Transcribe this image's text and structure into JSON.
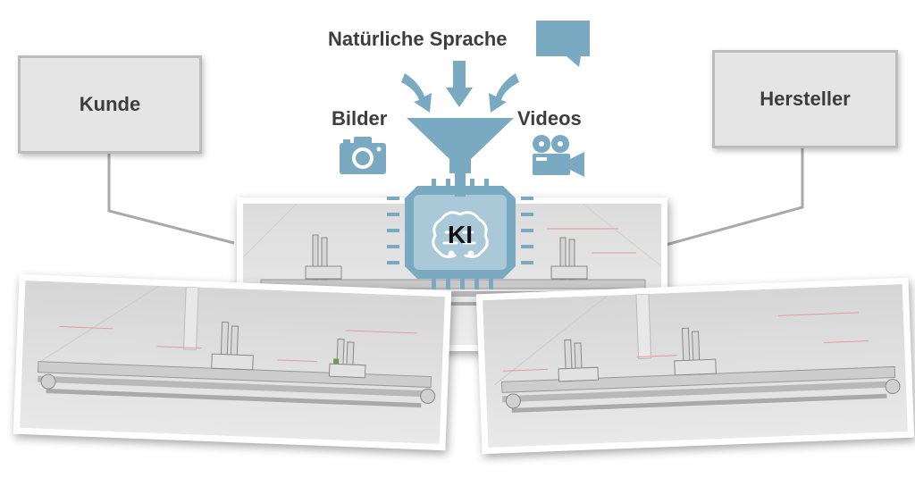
{
  "labels": {
    "language": "Natürliche Sprache",
    "images": "Bilder",
    "videos": "Videos",
    "ki": "KI",
    "customer": "Kunde",
    "manufacturer": "Hersteller"
  },
  "colors": {
    "accent": "#7aaac2",
    "accent_dark": "#5f92ab",
    "chip_fill": "#a9c8d8",
    "box_bg": "#e6e5e5",
    "box_border": "#bdbcbc",
    "connector": "#a9a9a9",
    "text": "#3d3d3d"
  },
  "icons": {
    "language": "speech-bubble-icon",
    "images": "camera-icon",
    "videos": "movie-camera-icon",
    "ki": "brain-chip-icon"
  }
}
